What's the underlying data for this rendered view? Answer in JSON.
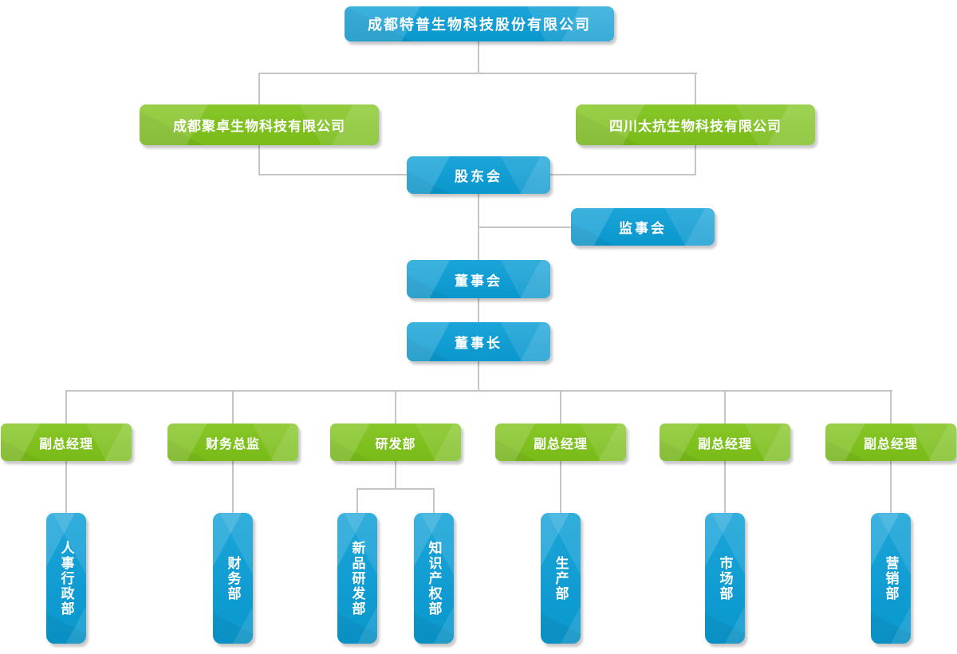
{
  "org": {
    "root": {
      "label": "成都特普生物科技股份有限公司"
    },
    "subsidiaries": [
      {
        "label": "成都聚卓生物科技有限公司"
      },
      {
        "label": "四川太抗生物科技有限公司"
      }
    ],
    "governance": {
      "shareholders": {
        "label": "股东会"
      },
      "supervisory": {
        "label": "监事会"
      },
      "board": {
        "label": "董事会"
      },
      "chairman": {
        "label": "董事长"
      }
    },
    "executives": [
      {
        "label": "副总经理"
      },
      {
        "label": "财务总监"
      },
      {
        "label": "研发部"
      },
      {
        "label": "副总经理"
      },
      {
        "label": "副总经理"
      },
      {
        "label": "副总经理"
      }
    ],
    "departments": [
      {
        "label": "人事行政部"
      },
      {
        "label": "财务部"
      },
      {
        "label": "新品研发部"
      },
      {
        "label": "知识产权部"
      },
      {
        "label": "生产部"
      },
      {
        "label": "市场部"
      },
      {
        "label": "营销部"
      }
    ]
  },
  "colors": {
    "blue": "#0a9ed6",
    "green": "#7ec319",
    "line": "#c5c5c5",
    "text": "#ffffff"
  }
}
